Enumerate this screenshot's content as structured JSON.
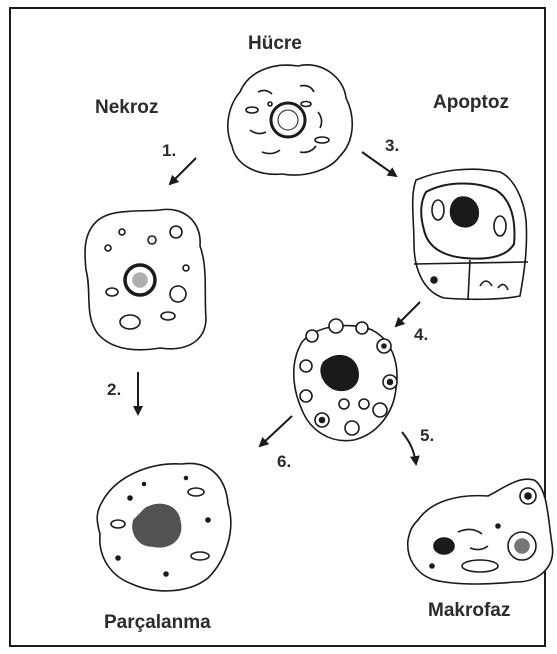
{
  "labels": {
    "cell": "Hücre",
    "necrosis": "Nekroz",
    "apoptosis": "Apoptoz",
    "fragmentation": "Parçalanma",
    "macrophage": "Makrofaz"
  },
  "steps": {
    "s1": "1.",
    "s2": "2.",
    "s3": "3.",
    "s4": "4.",
    "s5": "5.",
    "s6": "6."
  }
}
